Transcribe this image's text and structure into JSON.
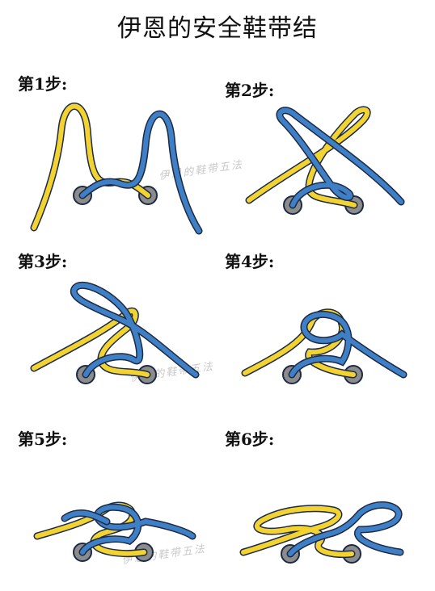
{
  "title": "伊恩的安全鞋带结",
  "steps": [
    {
      "label": "第1步:"
    },
    {
      "label": "第2步:"
    },
    {
      "label": "第3步:"
    },
    {
      "label": "第4步:"
    },
    {
      "label": "第5步:"
    },
    {
      "label": "第6步:"
    }
  ],
  "watermark": "伊恩的鞋带五法",
  "colors": {
    "yellow_lace": "#f2d330",
    "blue_lace": "#3f7fc6",
    "outline": "#1c2a44",
    "eyelet": "#8c8c8c"
  }
}
